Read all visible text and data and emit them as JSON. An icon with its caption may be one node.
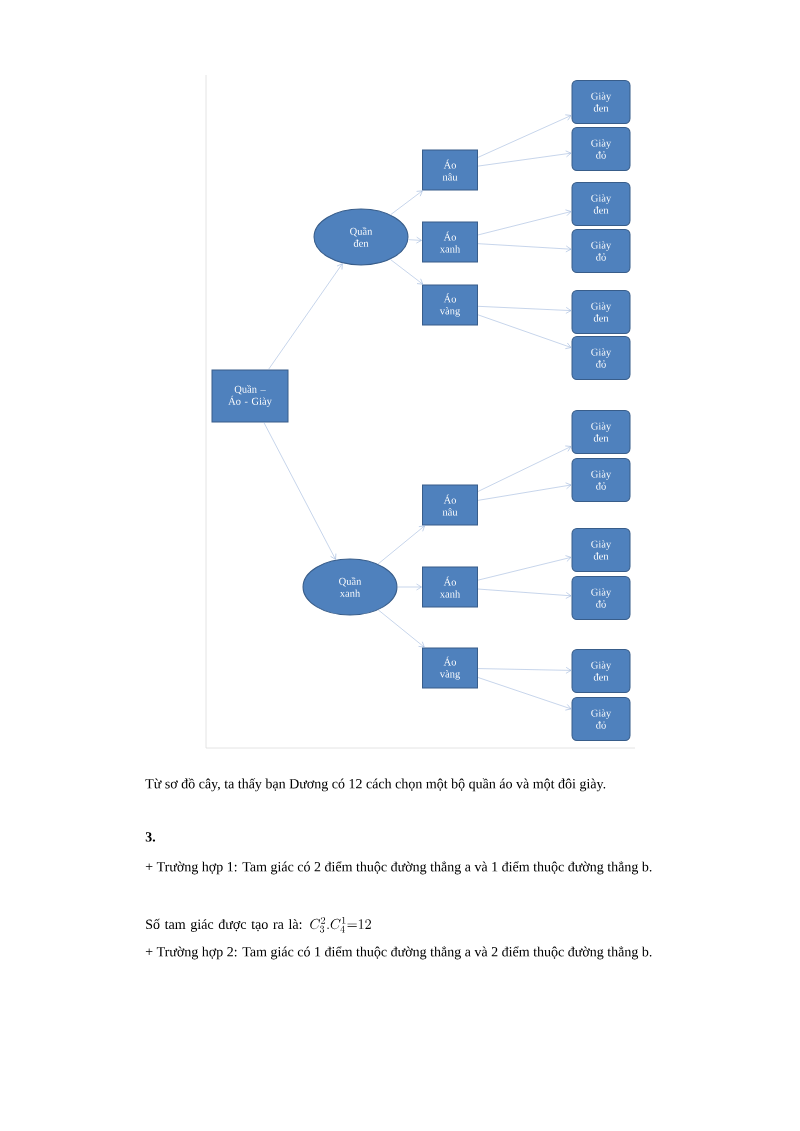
{
  "diagram": {
    "nodes": [
      {
        "text": [
          "Quần – Áo - Giày"
        ]
      },
      {
        "text": [
          "Quần đen"
        ]
      },
      {
        "text": [
          "Áo nâu"
        ]
      },
      {
        "text": [
          "Áo xanh"
        ]
      },
      {
        "text": [
          "Áo vàng"
        ]
      },
      {
        "text": [
          "Giày đen"
        ]
      },
      {
        "text": [
          "Giày đỏ"
        ]
      },
      {
        "text": [
          "Giày đen"
        ]
      },
      {
        "text": [
          "Giày đỏ"
        ]
      },
      {
        "text": [
          "Giày đen"
        ]
      },
      {
        "text": [
          "Giày đỏ"
        ]
      },
      {
        "text": [
          "Quần xanh"
        ]
      },
      {
        "text": [
          "Áo nâu"
        ]
      },
      {
        "text": [
          "Áo xanh"
        ]
      },
      {
        "text": [
          "Áo vàng"
        ]
      },
      {
        "text": [
          "Giày đen"
        ]
      },
      {
        "text": [
          "Giày đỏ"
        ]
      },
      {
        "text": [
          "Giày đen"
        ]
      },
      {
        "text": [
          "Giày đỏ"
        ]
      },
      {
        "text": [
          "Giày đen"
        ]
      },
      {
        "text": [
          "Giày đỏ"
        ]
      }
    ],
    "edges": [
      {
        "from": 0,
        "to": 1,
        "arrow": "to"
      },
      {
        "from": 0,
        "to": 11,
        "arrow": "to"
      },
      {
        "from": 1,
        "to": 2,
        "arrow": "to"
      },
      {
        "from": 1,
        "to": 3,
        "arrow": "to"
      },
      {
        "from": 1,
        "to": 4,
        "arrow": "to"
      },
      {
        "from": 2,
        "to": 5,
        "arrow": "to"
      },
      {
        "from": 2,
        "to": 6,
        "arrow": "to"
      },
      {
        "from": 3,
        "to": 7,
        "arrow": "to"
      },
      {
        "from": 3,
        "to": 8,
        "arrow": "to"
      },
      {
        "from": 4,
        "to": 9,
        "arrow": "to"
      },
      {
        "from": 4,
        "to": 10,
        "arrow": "to"
      },
      {
        "from": 11,
        "to": 12,
        "arrow": "to"
      },
      {
        "from": 11,
        "to": 13,
        "arrow": "to"
      },
      {
        "from": 11,
        "to": 14,
        "arrow": "to"
      },
      {
        "from": 12,
        "to": 15,
        "arrow": "to"
      },
      {
        "from": 12,
        "to": 16,
        "arrow": "to"
      },
      {
        "from": 13,
        "to": 17,
        "arrow": "to"
      },
      {
        "from": 13,
        "to": 18,
        "arrow": "to"
      },
      {
        "from": 14,
        "to": 19,
        "arrow": "to"
      },
      {
        "from": 14,
        "to": 20,
        "arrow": "to"
      }
    ],
    "labels": [
      "Từ sơ đồ cây, ta thấy bạn Dương có 12 cách chọn một bộ quần áo và một đôi giày.",
      "3.",
      "+ Trường hợp 1: Tam giác có 2 điểm thuộc đường thẳng a và 1 điểm thuộc đường thẳng b.",
      "Số tam giác được tạo ra là:",
      "C_{3}^{2}.C_{4}^{1}{=}12",
      "+ Trường hợp 2: Tam giác có 1 điểm thuộc đường thẳng a và 2 điểm thuộc đường thẳng b."
    ]
  }
}
